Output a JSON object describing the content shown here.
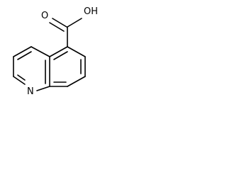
{
  "structure": {
    "atoms": [
      {
        "symbol": "N"
      },
      {
        "symbol": "OH"
      },
      {
        "symbol": "O"
      }
    ],
    "colors": {
      "bond": "#000000",
      "label": "#000000",
      "background": "#ffffff"
    }
  }
}
